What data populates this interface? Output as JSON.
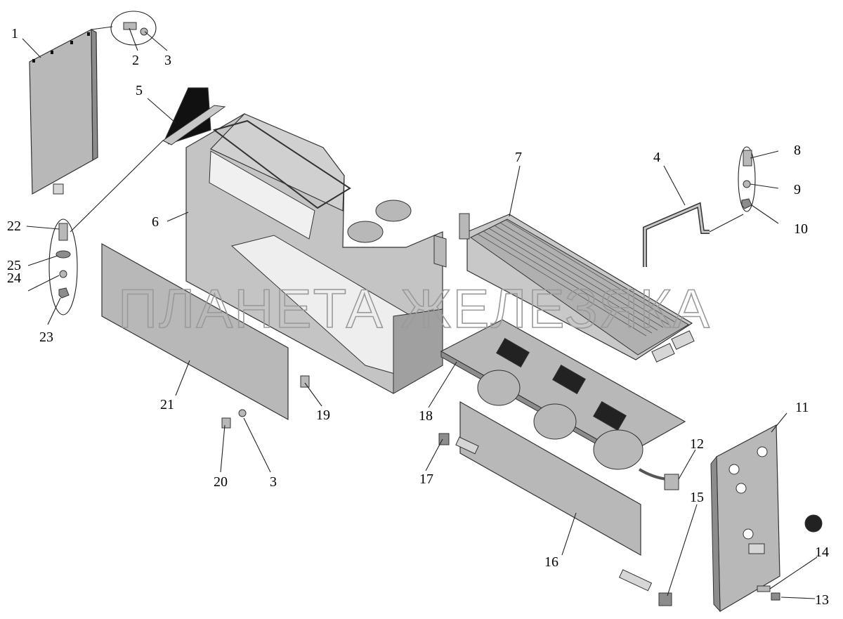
{
  "watermark": "ПЛАНЕТА ЖЕЛЕЗЯКА",
  "labels": {
    "l1": "1",
    "l2": "2",
    "l3a": "3",
    "l3b": "3",
    "l4": "4",
    "l5": "5",
    "l6": "6",
    "l7": "7",
    "l8": "8",
    "l9": "9",
    "l10": "10",
    "l11": "11",
    "l12": "12",
    "l13": "13",
    "l14": "14",
    "l15": "15",
    "l16": "16",
    "l17": "17",
    "l18": "18",
    "l19": "19",
    "l20": "20",
    "l21": "21",
    "l22": "22",
    "l23": "23",
    "l24": "24",
    "l25": "25"
  },
  "colors": {
    "part_fill": "#b8b8b8",
    "part_dark": "#8c8c8c",
    "part_light": "#d6d6d6",
    "black_fill": "#111111",
    "watermark": "#9a9a9a"
  }
}
